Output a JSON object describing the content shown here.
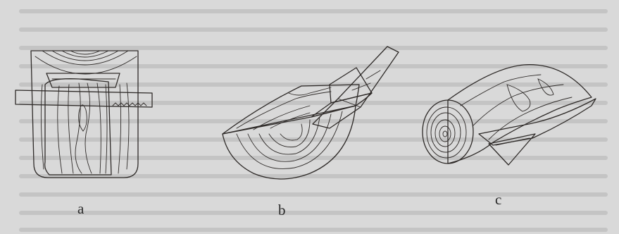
{
  "figure": {
    "labels": {
      "a": "a",
      "b": "b",
      "c": "c"
    },
    "colors": {
      "wood": "#dcae8e",
      "wood_dark": "#cf9e7f",
      "blade": "#efefea",
      "ink": "#2e2a28",
      "page": "#d9d9d9"
    }
  }
}
